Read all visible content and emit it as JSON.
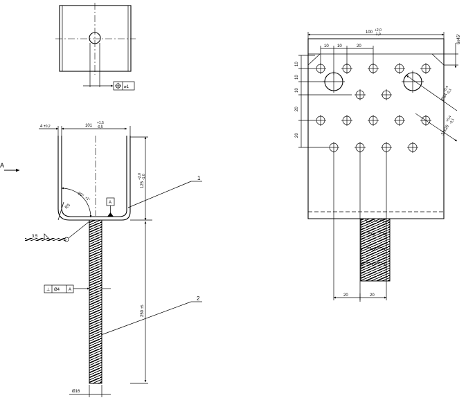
{
  "top_view": {
    "flatness_symbol": "⌀1"
  },
  "side_view": {
    "plate_thickness": "4",
    "plate_thickness_tol": "±0,2",
    "inner_width": "101",
    "inner_width_tol_upper": "+1,5",
    "inner_width_tol_lower": "-0,5",
    "height": "125",
    "height_tol_upper": "+2,0",
    "height_tol_lower": "-1,0",
    "bend_angle": "90°",
    "bend_angle_tol": "+1°",
    "bend_radius": "R5",
    "datum_label": "A",
    "weld_size": "3,5",
    "perp_symbol": "⊥",
    "perp_value": "Ø4",
    "perp_datum": "A",
    "rod_length": "250",
    "rod_length_tol": "±5",
    "rod_diameter": "Ø16",
    "callout_1": "1",
    "callout_2": "2",
    "view_arrow": "A"
  },
  "front_view": {
    "plate_width": "100",
    "plate_width_tol_upper": "+2,0",
    "plate_width_tol_lower": "-1,0",
    "chamfer": "6x45°",
    "dim_10_a": "10",
    "dim_10_b": "10",
    "dim_20_top": "20",
    "left_dims": [
      "10",
      "10",
      "10",
      "20",
      "20"
    ],
    "hole_dia": "Ø14",
    "hole_dia_tol_upper": "+0,4",
    "hole_dia_tol_lower": "-0,1",
    "slot_dim": "32x26",
    "slot_dim_tol_upper": "+0,4",
    "slot_dim_tol_lower": "-0,1",
    "bottom_dim_left": "20",
    "bottom_dim_right": "20"
  }
}
